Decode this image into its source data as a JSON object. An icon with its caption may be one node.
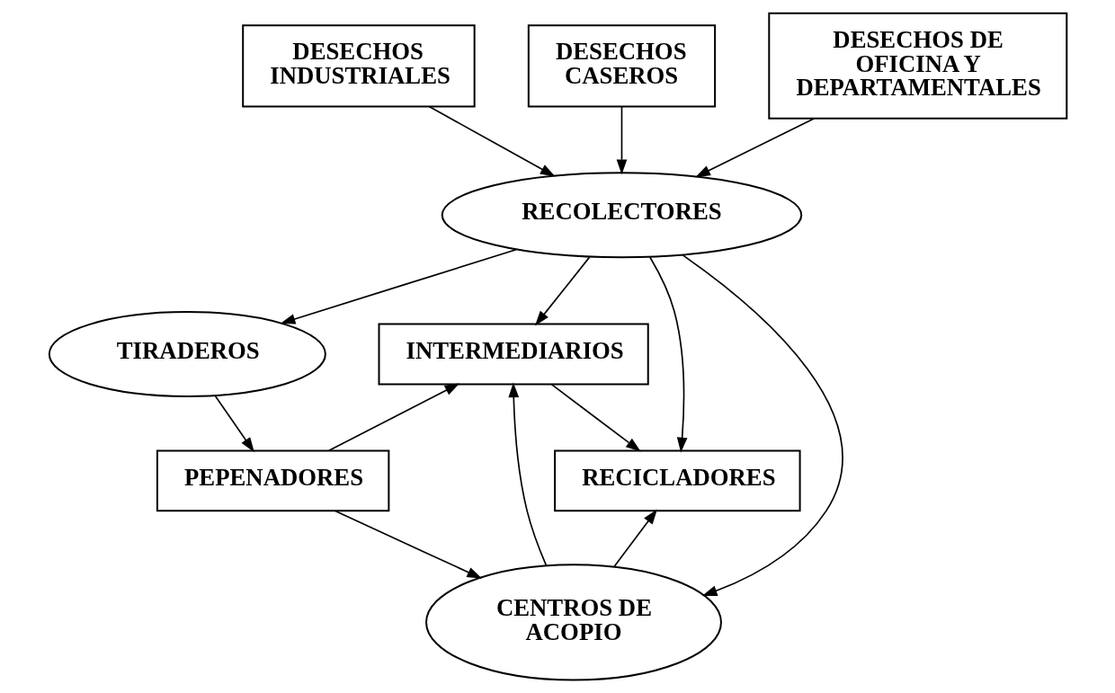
{
  "diagram": {
    "nodes": [
      {
        "text": [
          "DESECHOS INDUSTRIALES"
        ]
      },
      {
        "text": [
          "DESECHOS CASEROS"
        ]
      },
      {
        "text": [
          "DESECHOS DE OFICINA Y DEPARTAMENTALES"
        ]
      },
      {
        "text": [
          "RECOLECTORES"
        ]
      },
      {
        "text": [
          "TIRADEROS"
        ]
      },
      {
        "text": [
          "INTERMEDIARIOS"
        ]
      },
      {
        "text": [
          "PEPENADORES"
        ]
      },
      {
        "text": [
          "RECICLADORES"
        ]
      },
      {
        "text": [
          "CENTROS DE ACOPIO"
        ]
      }
    ],
    "edges": [
      {
        "from": 0,
        "to": 3,
        "arrow": "to"
      },
      {
        "from": 1,
        "to": 3,
        "arrow": "to"
      },
      {
        "from": 2,
        "to": 3,
        "arrow": "to"
      },
      {
        "from": 3,
        "to": 4,
        "arrow": "to"
      },
      {
        "from": 3,
        "to": 8,
        "arrow": "to"
      },
      {
        "from": 3,
        "to": 5,
        "arrow": "to"
      },
      {
        "from": 3,
        "to": 7,
        "arrow": "to"
      },
      {
        "from": 4,
        "to": 6,
        "arrow": "to"
      },
      {
        "from": 6,
        "to": 8,
        "arrow": "to"
      },
      {
        "from": 6,
        "to": 5,
        "arrow": "to"
      },
      {
        "from": 8,
        "to": 5,
        "arrow": "to"
      },
      {
        "from": 8,
        "to": 7,
        "arrow": "to"
      },
      {
        "from": 5,
        "to": 7,
        "arrow": "to"
      }
    ]
  }
}
